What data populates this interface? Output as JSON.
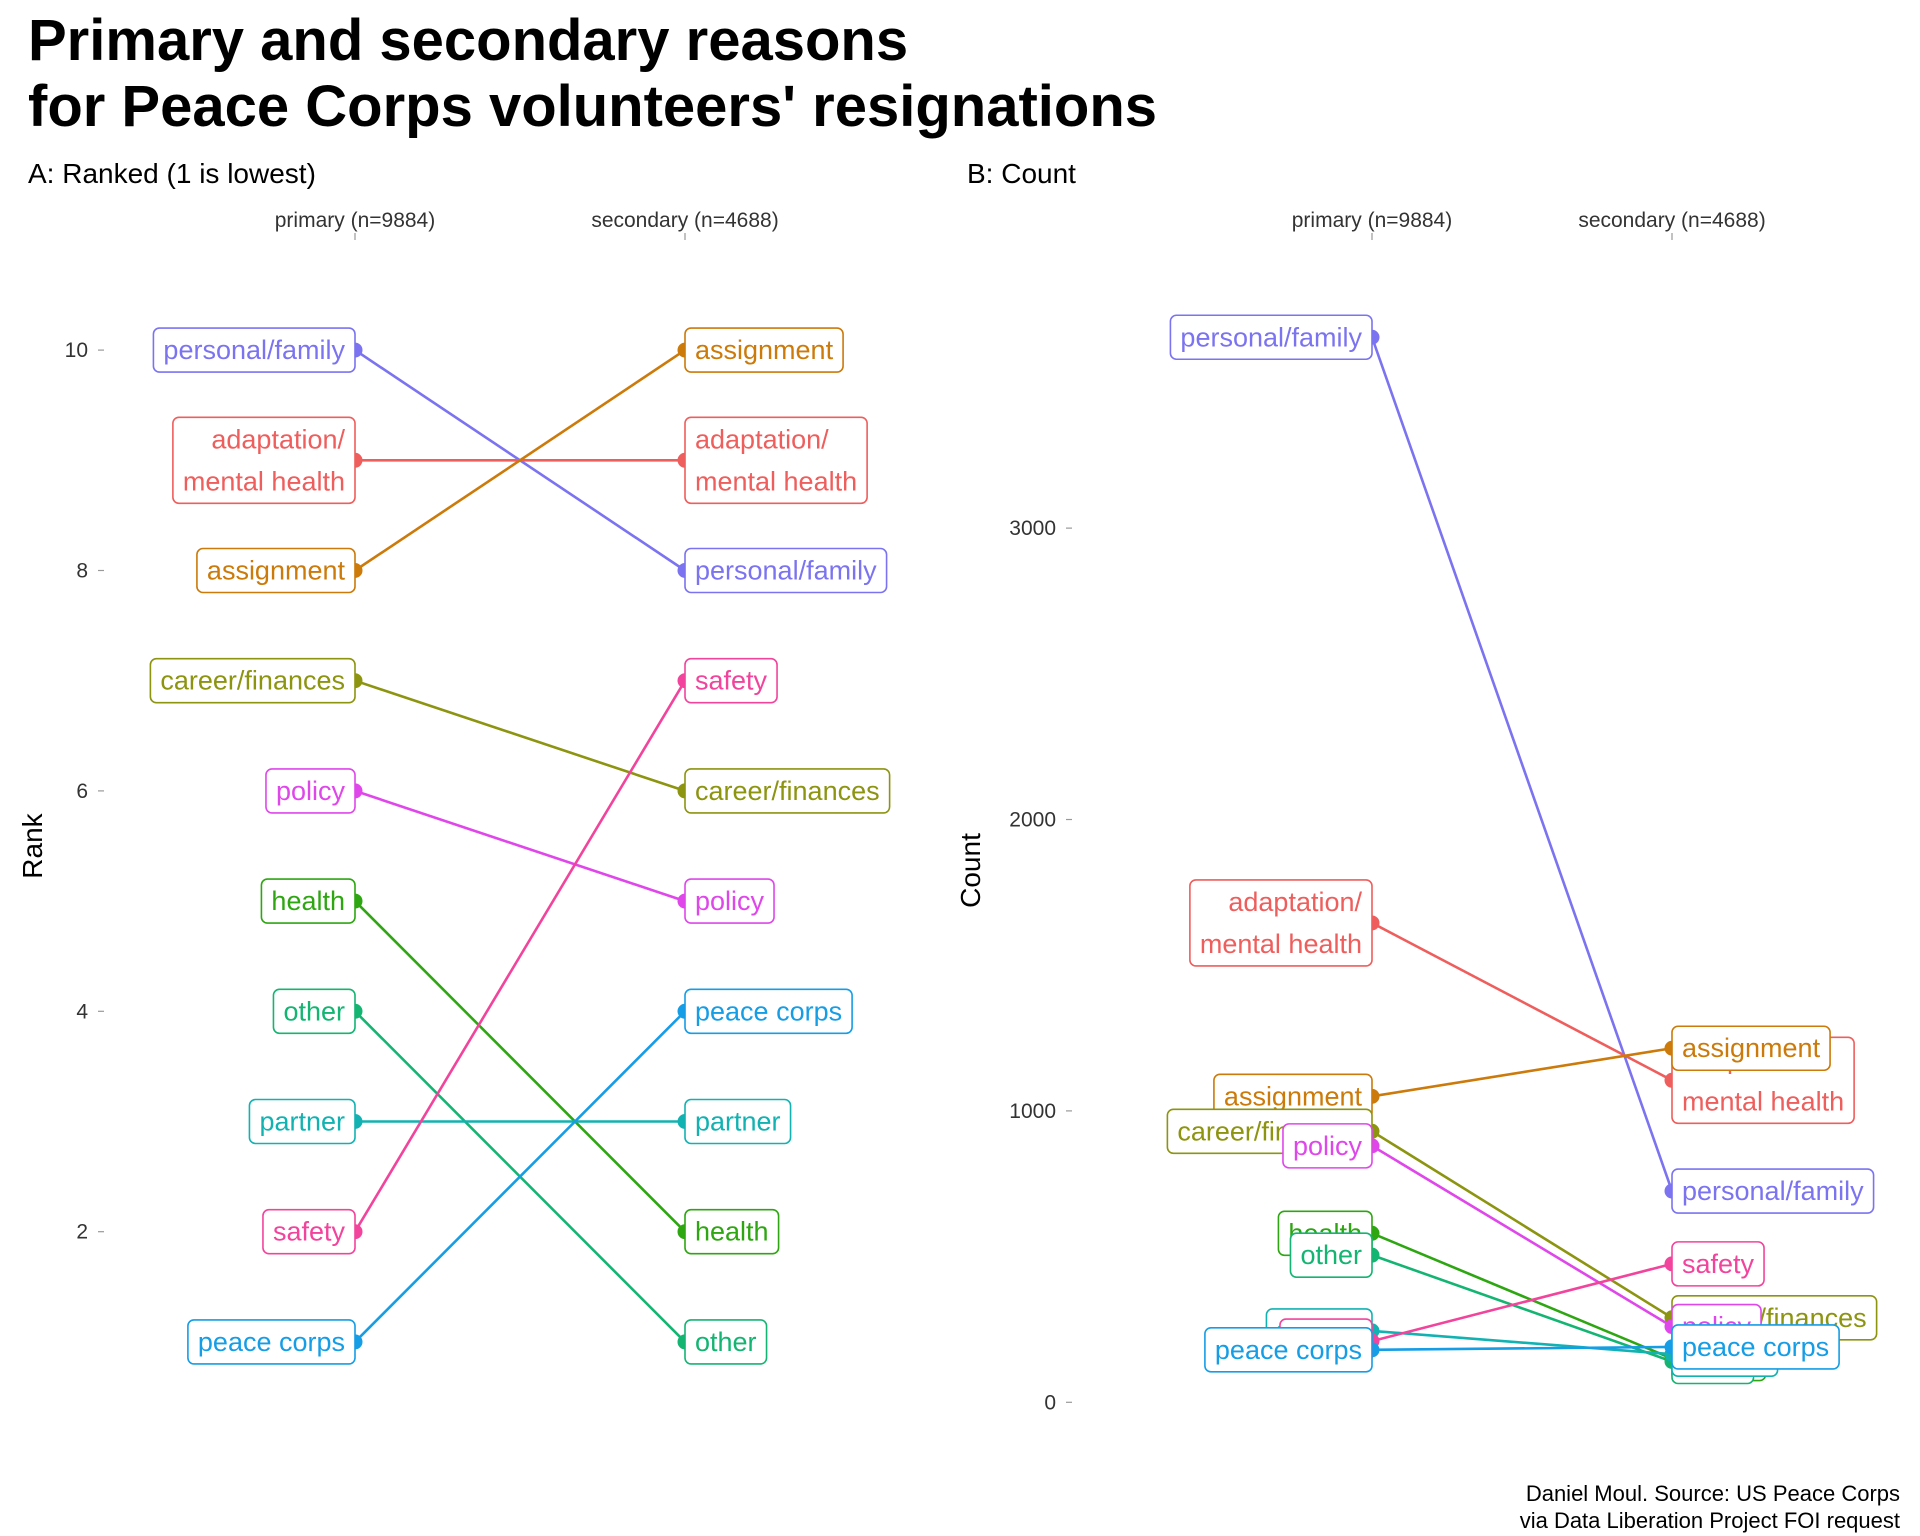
{
  "title": {
    "line1": "Primary and secondary reasons",
    "line2": "for Peace Corps volunteers' resignations"
  },
  "caption": {
    "line1": "Daniel Moul. Source: US Peace Corps",
    "line2": "via Data Liberation Project FOI request"
  },
  "chart_data": [
    {
      "type": "line",
      "title": "A: Ranked (1 is lowest)",
      "ylabel": "Rank",
      "categories": [
        "primary (n=9884)",
        "secondary (n=4688)"
      ],
      "ylim": [
        0.5,
        10.5
      ],
      "yticks": [
        2,
        4,
        6,
        8,
        10
      ],
      "grid": false,
      "series": [
        {
          "name": "personal/family",
          "color": "#7b73f0",
          "values": [
            10,
            8
          ]
        },
        {
          "name": "adaptation/\nmental health",
          "color": "#ee5e5c",
          "values": [
            9,
            9
          ]
        },
        {
          "name": "assignment",
          "color": "#cc7a0a",
          "values": [
            8,
            10
          ]
        },
        {
          "name": "career/finances",
          "color": "#8c9410",
          "values": [
            7,
            6
          ]
        },
        {
          "name": "policy",
          "color": "#df47ea",
          "values": [
            6,
            5
          ]
        },
        {
          "name": "health",
          "color": "#2ea612",
          "values": [
            5,
            2
          ]
        },
        {
          "name": "other",
          "color": "#14b472",
          "values": [
            4,
            1
          ]
        },
        {
          "name": "partner",
          "color": "#13b2b2",
          "values": [
            3,
            3
          ]
        },
        {
          "name": "safety",
          "color": "#f2449c",
          "values": [
            2,
            7
          ]
        },
        {
          "name": "peace corps",
          "color": "#159de6",
          "values": [
            1,
            4
          ]
        }
      ]
    },
    {
      "type": "line",
      "title": "B: Count",
      "ylabel": "Count",
      "categories": [
        "primary (n=9884)",
        "secondary (n=4688)"
      ],
      "ylim": [
        -150,
        3800
      ],
      "yticks": [
        0,
        1000,
        2000,
        3000
      ],
      "grid": false,
      "series": [
        {
          "name": "personal/family",
          "color": "#7b73f0",
          "values": [
            3655,
            725
          ]
        },
        {
          "name": "adaptation/\nmental health",
          "color": "#ee5e5c",
          "values": [
            1645,
            1105
          ]
        },
        {
          "name": "assignment",
          "color": "#cc7a0a",
          "values": [
            1050,
            1215
          ]
        },
        {
          "name": "career/finances",
          "color": "#8c9410",
          "values": [
            930,
            290
          ]
        },
        {
          "name": "policy",
          "color": "#df47ea",
          "values": [
            880,
            260
          ]
        },
        {
          "name": "health",
          "color": "#2ea612",
          "values": [
            580,
            150
          ]
        },
        {
          "name": "other",
          "color": "#14b472",
          "values": [
            505,
            140
          ]
        },
        {
          "name": "partner",
          "color": "#13b2b2",
          "values": [
            245,
            165
          ]
        },
        {
          "name": "safety",
          "color": "#f2449c",
          "values": [
            210,
            475
          ]
        },
        {
          "name": "peace corps",
          "color": "#159de6",
          "values": [
            180,
            190
          ]
        }
      ]
    }
  ]
}
